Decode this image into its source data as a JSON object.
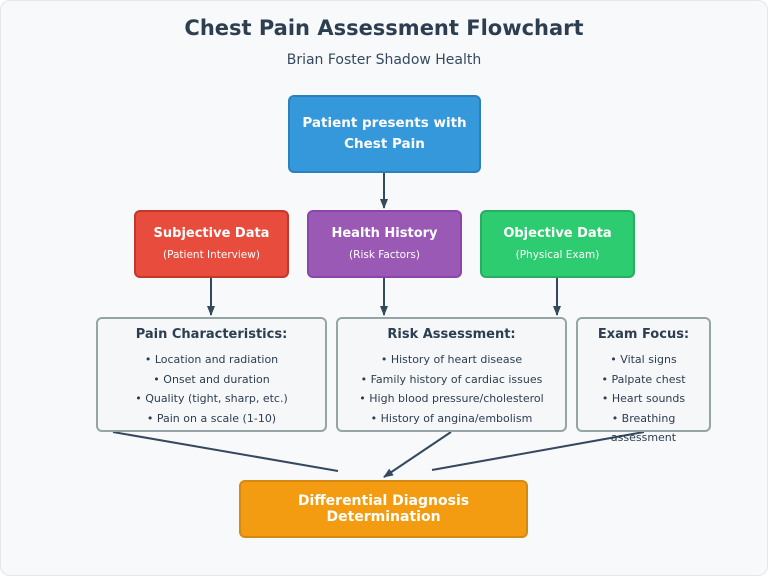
{
  "header": {
    "title": "Chest Pain Assessment Flowchart",
    "subtitle": "Brian Foster Shadow Health"
  },
  "start": {
    "line1": "Patient presents with",
    "line2": "Chest Pain"
  },
  "categories": [
    {
      "title": "Subjective Data",
      "subtitle": "(Patient Interview)",
      "color": "#e74c3c"
    },
    {
      "title": "Health History",
      "subtitle": "(Risk Factors)",
      "color": "#9b59b6"
    },
    {
      "title": "Objective Data",
      "subtitle": "(Physical Exam)",
      "color": "#2ecc71"
    }
  ],
  "details": [
    {
      "title": "Pain Characteristics:",
      "items": [
        "• Location and radiation",
        "• Onset and duration",
        "• Quality (tight, sharp, etc.)",
        "• Pain on a scale (1-10)"
      ]
    },
    {
      "title": "Risk Assessment:",
      "items": [
        "• History of heart disease",
        "• Family history of cardiac issues",
        "• High blood pressure/cholesterol",
        "• History of angina/embolism"
      ]
    },
    {
      "title": "Exam Focus:",
      "items": [
        "• Vital signs",
        "• Palpate chest",
        "• Heart sounds",
        "• Breathing assessment"
      ]
    }
  ],
  "result": {
    "label": "Differential Diagnosis Determination",
    "color": "#f39c12"
  },
  "colors": {
    "start": "#3498db",
    "connector": "#34495e",
    "detail_border": "#95a5a6"
  }
}
